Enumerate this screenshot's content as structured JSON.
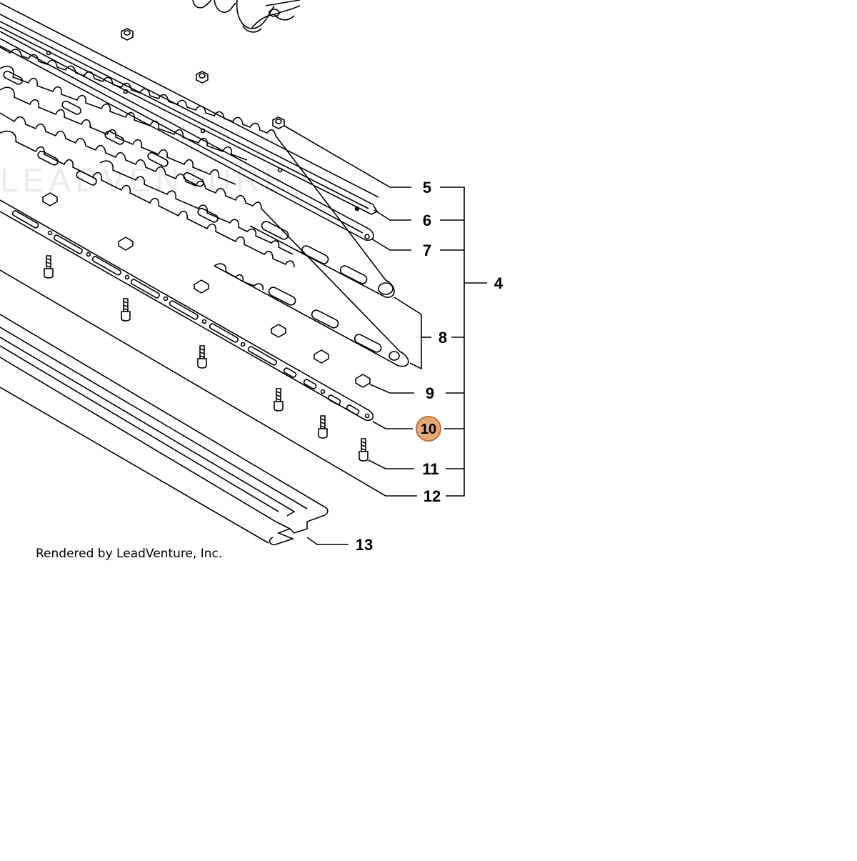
{
  "diagram": {
    "watermark": "LEADVENTURE",
    "credit": "Rendered by LeadVenture, Inc.",
    "highlight_color": "#e8a876",
    "highlight_border": "#c0733a",
    "callouts": [
      {
        "id": "5",
        "label": "5"
      },
      {
        "id": "6",
        "label": "6"
      },
      {
        "id": "7",
        "label": "7"
      },
      {
        "id": "4",
        "label": "4"
      },
      {
        "id": "8",
        "label": "8"
      },
      {
        "id": "9",
        "label": "9"
      },
      {
        "id": "10",
        "label": "10",
        "highlighted": true
      },
      {
        "id": "11",
        "label": "11"
      },
      {
        "id": "12",
        "label": "12"
      },
      {
        "id": "13",
        "label": "13"
      }
    ]
  }
}
